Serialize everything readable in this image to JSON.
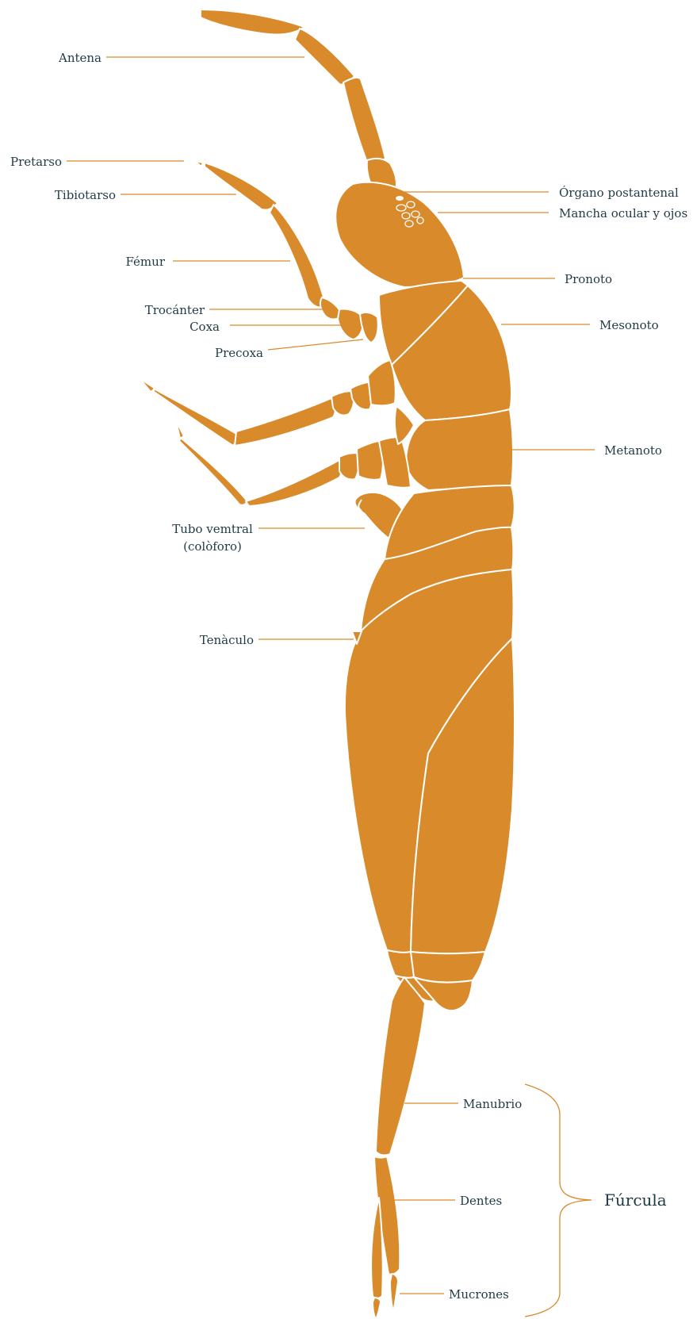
{
  "labels": {
    "antena": "Antena",
    "pretarso": "Pretarso",
    "tibiotarso": "Tibiotarso",
    "femur": "Fémur",
    "trocanter": "Trocánter",
    "coxa": "Coxa",
    "precoxa": "Precoxa",
    "tubo_ventral_line1": "Tubo vemtral",
    "tubo_ventral_line2": "(colòforo)",
    "tenaculo": "Tenàculo",
    "organo_postantenal": "Órgano postantenal",
    "mancha_ocular": "Mancha ocular y ojos",
    "pronoto": "Pronoto",
    "mesonoto": "Mesonoto",
    "metanoto": "Metanoto",
    "manubrio": "Manubrio",
    "dentes": "Dentes",
    "mucrones": "Mucrones",
    "furcula": "Fúrcula"
  },
  "colors": {
    "body": "#d98b2b",
    "text": "#1f3a44",
    "outline": "#ffffff"
  }
}
